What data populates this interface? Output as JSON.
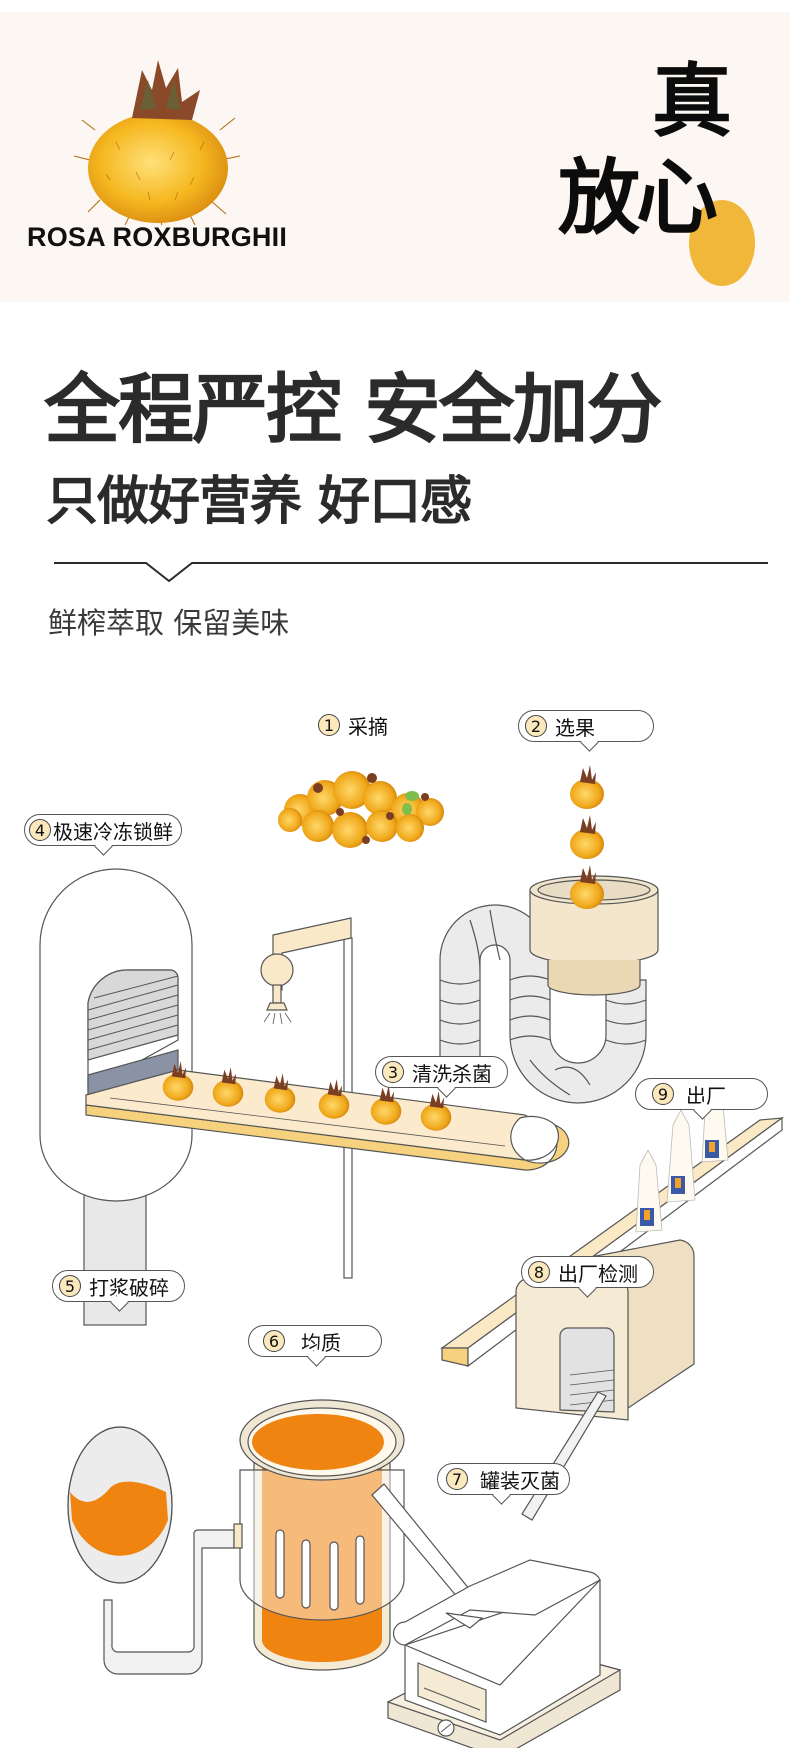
{
  "banner": {
    "brand": "ROSA ROXBURGHII",
    "slogan_line1": "真",
    "slogan_line2": "放心",
    "accent_color": "#f1b73a",
    "background_color": "#fcf7f2"
  },
  "headline": {
    "title": "全程严控 安全加分",
    "subtitle": "只做好营养 好口感",
    "tagline": "鲜榨萃取 保留美味"
  },
  "process": {
    "steps": [
      {
        "number": "1",
        "label": "采摘"
      },
      {
        "number": "2",
        "label": "选果"
      },
      {
        "number": "3",
        "label": "清洗杀菌"
      },
      {
        "number": "4",
        "label": "极速冷冻锁鲜"
      },
      {
        "number": "5",
        "label": "打浆破碎"
      },
      {
        "number": "6",
        "label": "均质"
      },
      {
        "number": "7",
        "label": "罐装灭菌"
      },
      {
        "number": "8",
        "label": "出厂检测"
      },
      {
        "number": "9",
        "label": "出厂"
      }
    ],
    "colors": {
      "cream": "#f9e9c8",
      "yellow_edge": "#f6d27e",
      "juice": "#ef8410",
      "steel": "#8a93a6",
      "grey_fill": "#ebebeb",
      "outline": "#4a4a4a"
    }
  }
}
